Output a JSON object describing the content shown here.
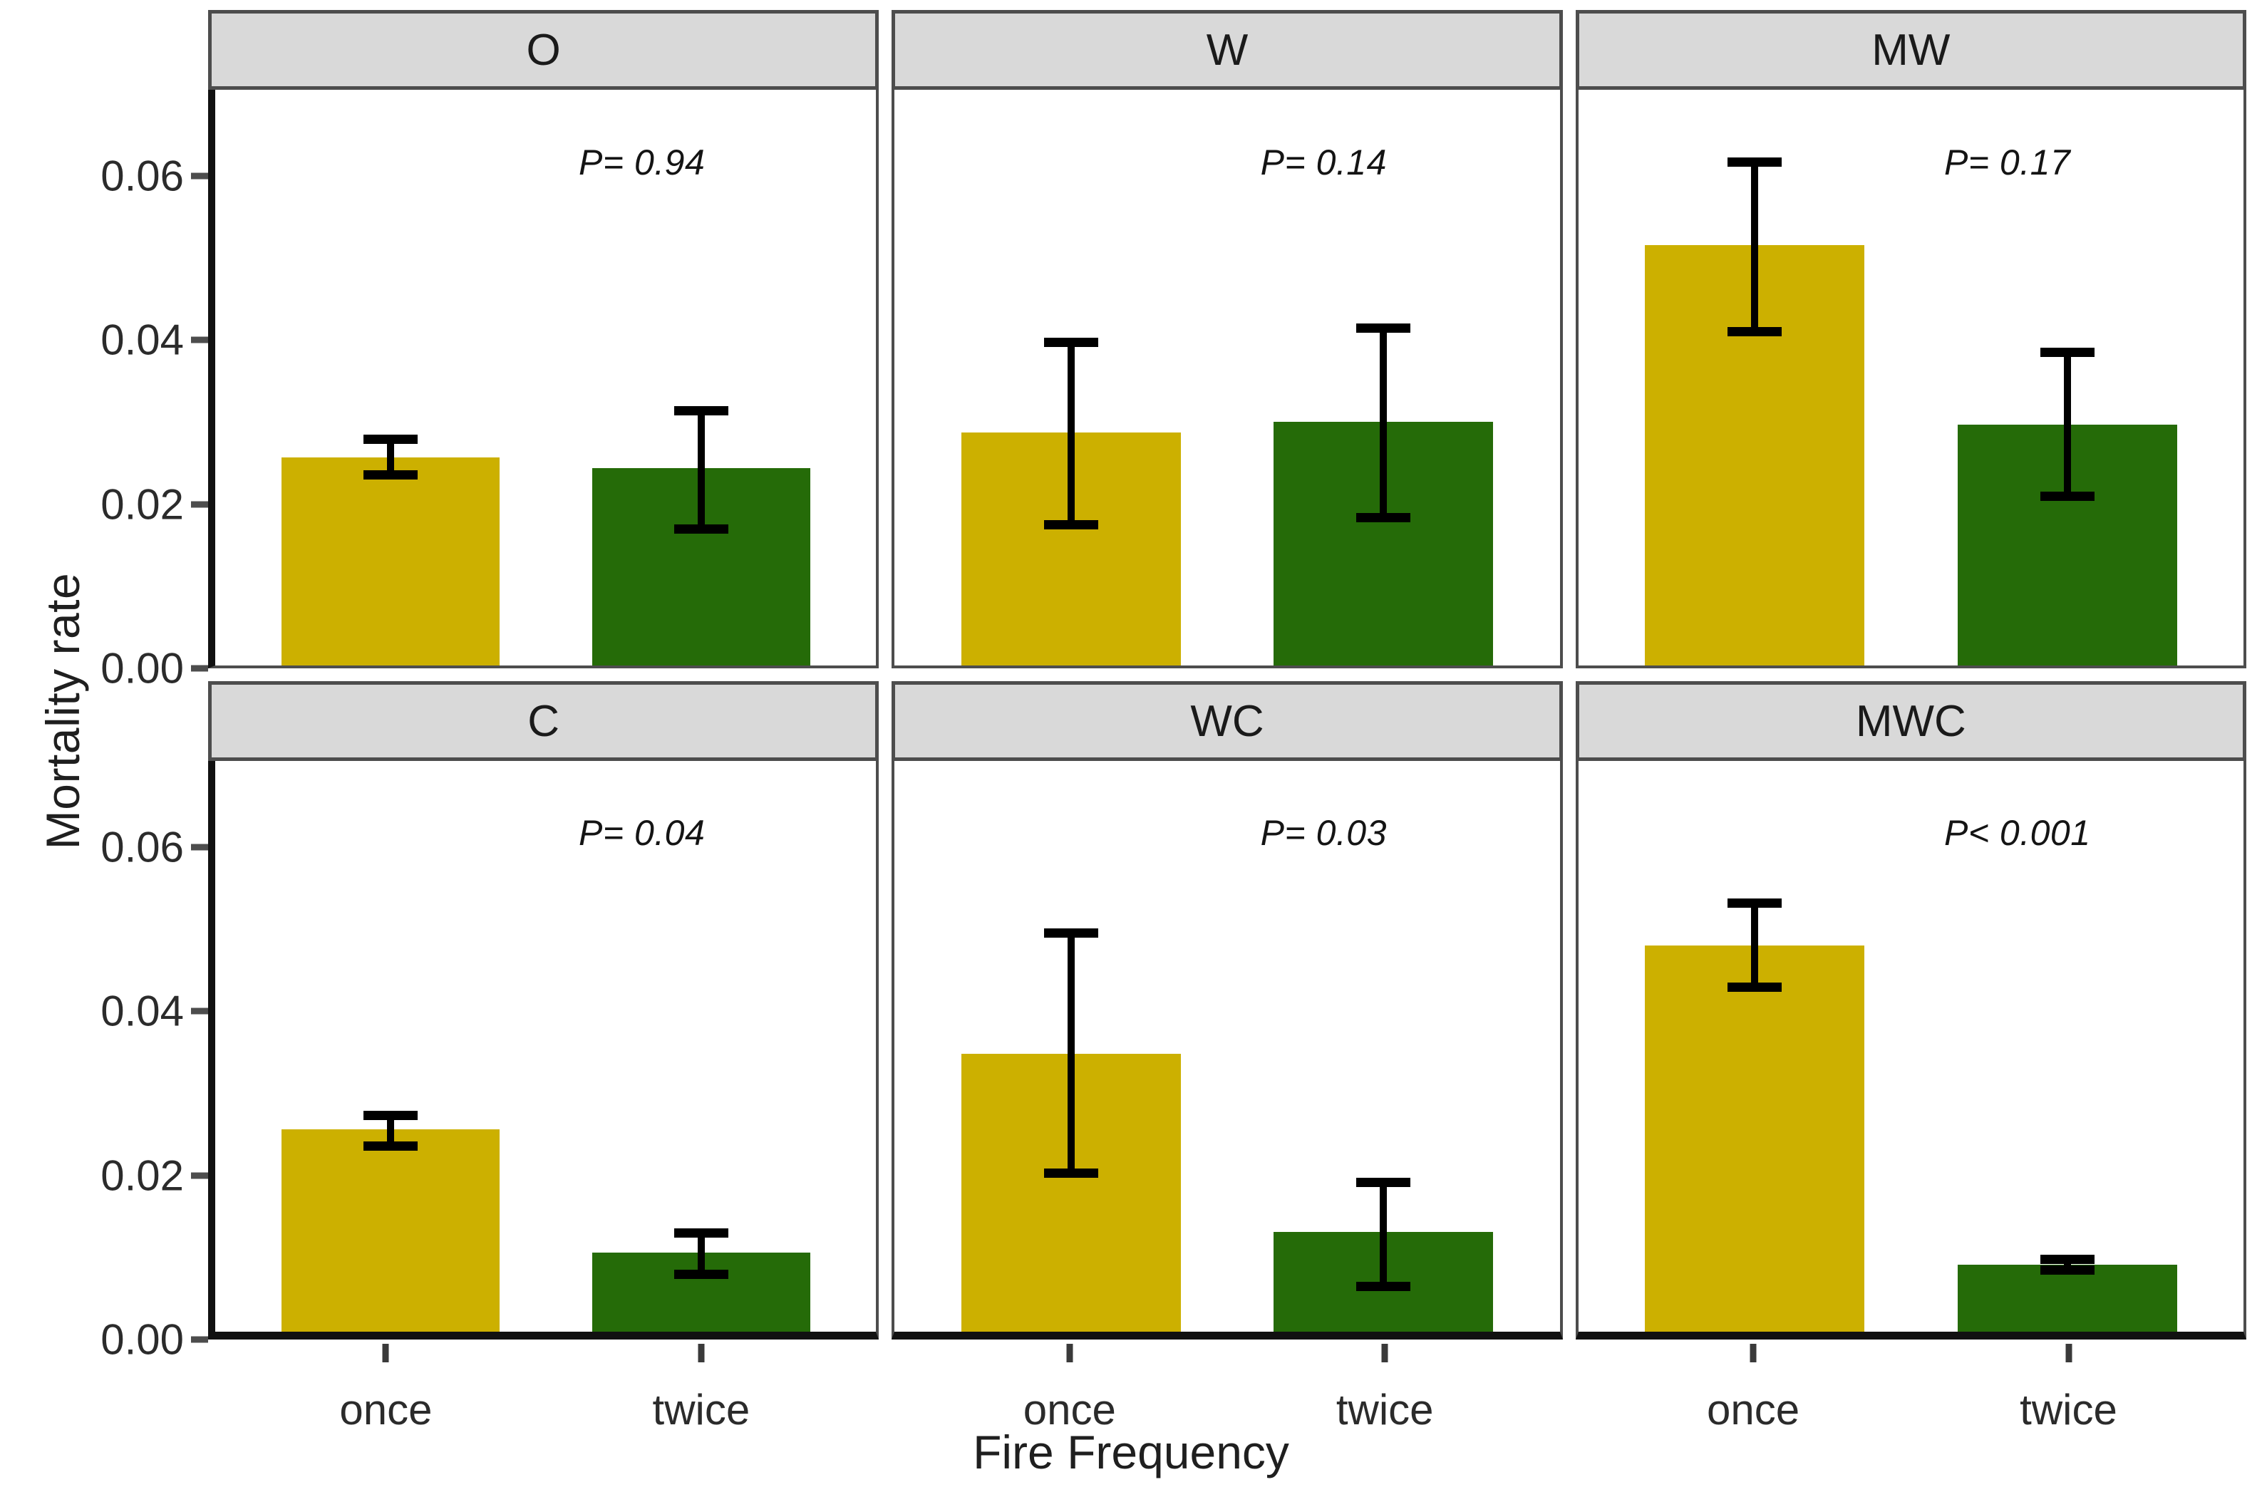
{
  "axes": {
    "ylabel": "Mortality rate",
    "xlabel": "Fire Frequency",
    "yticks": [
      "0.00",
      "0.02",
      "0.04",
      "0.06"
    ],
    "ytick_values": [
      0.0,
      0.02,
      0.04,
      0.06
    ],
    "ylim": [
      0,
      0.0705
    ],
    "xticks": [
      "once",
      "twice"
    ]
  },
  "colors": {
    "once": "#ccb000",
    "twice": "#256b08",
    "strip_fill": "#d9d9d9",
    "strip_border": "#4d4d4d",
    "axis_line": "#111111",
    "error_bar": "#000000"
  },
  "chart_data": {
    "type": "bar",
    "title": "",
    "xlabel": "Fire Frequency",
    "ylabel": "Mortality rate",
    "ylim": [
      0,
      0.0705
    ],
    "grid": false,
    "legend": "none",
    "categories": [
      "once",
      "twice"
    ],
    "facet_layout": [
      [
        "O",
        "W",
        "MW"
      ],
      [
        "C",
        "WC",
        "MWC"
      ]
    ],
    "panels": [
      {
        "label": "O",
        "annotation": "P= 0.94",
        "bars": [
          {
            "category": "once",
            "value": 0.0255,
            "ci_low": 0.0228,
            "ci_high": 0.0283,
            "color": "#ccb000"
          },
          {
            "category": "twice",
            "value": 0.0242,
            "ci_low": 0.0161,
            "ci_high": 0.0318,
            "color": "#256b08"
          }
        ]
      },
      {
        "label": "W",
        "annotation": "P= 0.14",
        "bars": [
          {
            "category": "once",
            "value": 0.0285,
            "ci_low": 0.0167,
            "ci_high": 0.0401,
            "color": "#ccb000"
          },
          {
            "category": "twice",
            "value": 0.0298,
            "ci_low": 0.0175,
            "ci_high": 0.0419,
            "color": "#256b08"
          }
        ]
      },
      {
        "label": "MW",
        "annotation": "P= 0.17",
        "bars": [
          {
            "category": "once",
            "value": 0.0515,
            "ci_low": 0.0403,
            "ci_high": 0.0622,
            "color": "#ccb000"
          },
          {
            "category": "twice",
            "value": 0.0295,
            "ci_low": 0.0202,
            "ci_high": 0.0389,
            "color": "#256b08"
          }
        ]
      },
      {
        "label": "C",
        "annotation": "P= 0.04",
        "bars": [
          {
            "category": "once",
            "value": 0.025,
            "ci_low": 0.0224,
            "ci_high": 0.0273,
            "color": "#ccb000"
          },
          {
            "category": "twice",
            "value": 0.0098,
            "ci_low": 0.0065,
            "ci_high": 0.0128,
            "color": "#256b08"
          }
        ]
      },
      {
        "label": "WC",
        "annotation": "P= 0.03",
        "bars": [
          {
            "category": "once",
            "value": 0.0343,
            "ci_low": 0.019,
            "ci_high": 0.0498,
            "color": "#ccb000"
          },
          {
            "category": "twice",
            "value": 0.0123,
            "ci_low": 0.005,
            "ci_high": 0.019,
            "color": "#256b08"
          }
        ]
      },
      {
        "label": "MWC",
        "annotation": "P< 0.001",
        "bars": [
          {
            "category": "once",
            "value": 0.0477,
            "ci_low": 0.042,
            "ci_high": 0.0535,
            "color": "#ccb000"
          },
          {
            "category": "twice",
            "value": 0.0083,
            "ci_low": 0.007,
            "ci_high": 0.0095,
            "color": "#256b08"
          }
        ]
      }
    ]
  }
}
